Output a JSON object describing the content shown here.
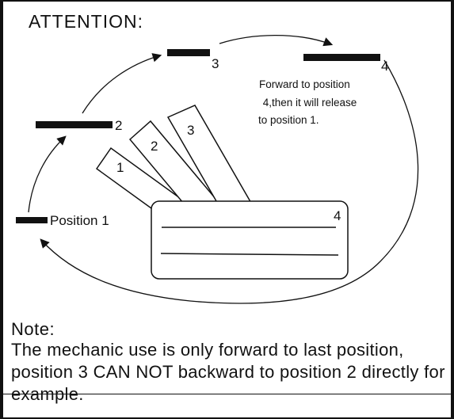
{
  "title": "ATTENTION:",
  "positions": {
    "p1_label": "Position 1",
    "p2_label": "2",
    "p3_label": "3",
    "p4_label": "4"
  },
  "levers": {
    "l1": "1",
    "l2": "2",
    "l3": "3"
  },
  "panel": {
    "label": "4"
  },
  "annotation": {
    "line1": "Forward to position",
    "line2": " 4,then it will release",
    "line3": "to position 1."
  },
  "note": {
    "heading": "Note:",
    "body": "The mechanic use is only forward to last position, position 3 CAN NOT backward to position 2 directly for example."
  },
  "colors": {
    "ink": "#111111",
    "background": "#ffffff"
  }
}
